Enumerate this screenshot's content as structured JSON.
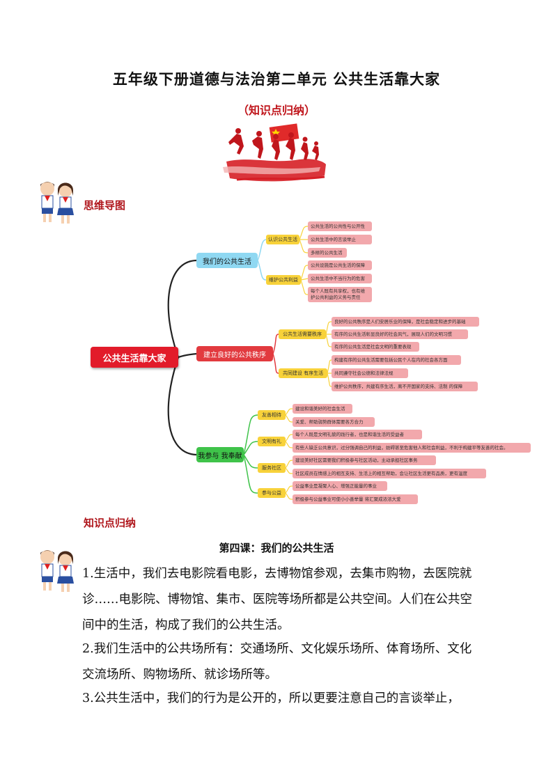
{
  "header": {
    "title": "五年级下册道德与法治第二单元  公共生活靠大家",
    "subtitle": "（知识点归纳）"
  },
  "sections": {
    "mindmap_heading": "思维导图",
    "knowledge_heading": "知识点归纳"
  },
  "mindmap": {
    "center": "公共生活靠大家",
    "branch1": {
      "label": "我们的公共生活",
      "sub1": {
        "label": "认识公共生活",
        "leaves": [
          "公共生活的公共性与公开性",
          "公共生活中的言谈举止",
          "多样的公共生活"
        ]
      },
      "sub2": {
        "label": "维护公共利益",
        "leaves": [
          "公共设施是公共生活的保障",
          "公共生活中不当行为的危害",
          "每个人既有共享权，也有维护公共利益的义务与责任"
        ]
      }
    },
    "branch2": {
      "label": "建立良好的公共秩序",
      "sub1": {
        "label": "公共生活需要秩序",
        "leaves": [
          "良好的公共秩序是人们安居乐业的保障，是社会稳定和进步的基础",
          "有序的公共生活彰显良好的社会风气，展现人们的文明习惯",
          "有序的公共生活是社会文明的重要表现"
        ]
      },
      "sub2": {
        "label": "共同建设 有序生活",
        "leaves": [
          "构建有序的公共生活需要包括公民个人在内的社会各方面",
          "共同遵守社会公德和法律法规",
          "维护公共秩序，共建有序生活，离不开国家的支持、法制 的保障"
        ]
      }
    },
    "branch3": {
      "label": "我参与 我奉献",
      "sub1": {
        "label": "友善相待",
        "leaves": [
          "建设和谐美好的社会生活",
          "关爱、帮助弱势群体需要各方合力"
        ]
      },
      "sub2": {
        "label": "文明有礼",
        "leaves": [
          "每个人既是文明礼貌的践行者，也是和谐生活的受益者",
          "有些人缺乏公共意识，过分强调自己的利益，妨碍甚至危害他人和社会利益，不利于构建平等友善的社会。"
        ]
      },
      "sub3": {
        "label": "服务社区",
        "leaves": [
          "建设美好社区需要我们积极参与社区活动，主动承担社区事务",
          "社区成员在情感上的相互支持、生活上的相互帮助，会让社区生活更有品质，更有温度"
        ]
      },
      "sub4": {
        "label": "参与公益",
        "leaves": [
          "公益事业是凝聚人心、增强正能量的事业",
          "积极参与公益事业可使小小善举量 将汇聚成浓浓大爱"
        ]
      }
    }
  },
  "lesson": {
    "title": "第四课：我们的公共生活",
    "paragraphs": [
      "1.生活中，我们去电影院看电影，去博物馆参观，去集市购物，去医院就诊……电影院、博物馆、集市、医院等场所都是公共空间。人们在公共空间中的生活，构成了我们的公共生活。",
      "2.我们生活中的公共场所有：交通场所、文化娱乐场所、体育场所、文化交流场所、购物场所、就诊场所等。",
      "3.公共生活中，我们的行为是公开的，所以更要注意自己的言谈举止，"
    ]
  },
  "icons": [
    "students-icon",
    "runners-flag-illustration"
  ],
  "colors": {
    "center": "#e21b2a",
    "branch1": "#8fd8f2",
    "branch2": "#e23a3f",
    "branch3": "#3fc34a",
    "sub": "#f8d23a",
    "leaf": "#f2a8ac",
    "heading": "#b0171d"
  }
}
